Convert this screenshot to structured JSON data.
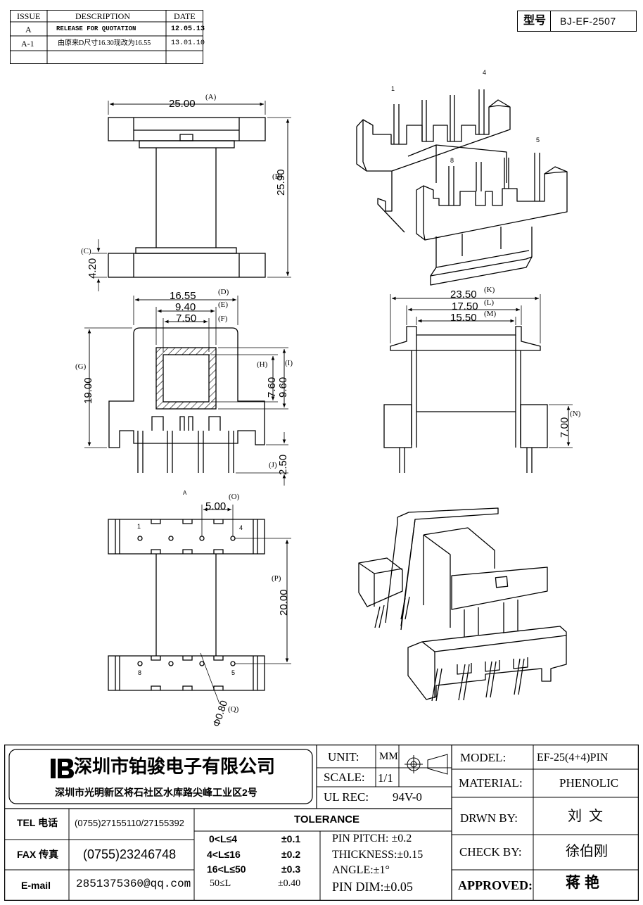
{
  "revision_table": {
    "headers": [
      "ISSUE",
      "DESCRIPTION",
      "DATE"
    ],
    "rows": [
      {
        "issue": "A",
        "description": "RELEASE FOR QUOTATION",
        "date": "12.05.13"
      },
      {
        "issue": "A-1",
        "description": "由原来D尺寸16.30现改为16.55",
        "date": "13.01.10"
      }
    ]
  },
  "model_box": {
    "label": "型号",
    "value": "BJ-EF-2507"
  },
  "top_view": {
    "dim_width": "25.00",
    "tag_width": "(A)",
    "dim_height": "25.90",
    "tag_height": "(B)",
    "dim_flange": "4.20",
    "tag_flange": "(C)"
  },
  "front_view": {
    "dim_d": "16.55",
    "tag_d": "(D)",
    "dim_e": "9.40",
    "tag_e": "(E)",
    "dim_f": "7.50",
    "tag_f": "(F)",
    "dim_g": "19.00",
    "tag_g": "(G)",
    "dim_h": "7.60",
    "tag_h": "(H)",
    "dim_i": "9.60",
    "tag_i": "(I)",
    "dim_j": "2.50",
    "tag_j": "(J)"
  },
  "side_view": {
    "dim_k": "23.50",
    "tag_k": "(K)",
    "dim_l": "17.50",
    "tag_l": "(L)",
    "dim_m": "15.50",
    "tag_m": "(M)",
    "dim_n": "7.00",
    "tag_n": "(N)"
  },
  "bottom_view": {
    "marker": "A",
    "dim_o": "5.00",
    "tag_o": "(O)",
    "dim_p": "20.00",
    "tag_p": "(P)",
    "dim_q": "Φ0.80",
    "tag_q": "(Q)",
    "pin_labels": [
      "1",
      "4",
      "8",
      "5"
    ]
  },
  "iso_top_pins": [
    "1",
    "4",
    "8",
    "5"
  ],
  "title_block": {
    "company": "深圳市铂骏电子有限公司",
    "address": "深圳市光明新区将石社区水库路尖峰工业区2号",
    "unit_label": "UNIT:",
    "unit_value": "MM",
    "scale_label": "SCALE:",
    "scale_value": "1/1",
    "ul_label": "UL REC:",
    "ul_value": "94V-0",
    "model_label": "MODEL:",
    "model_value": "EF-25(4+4)PIN",
    "material_label": "MATERIAL:",
    "material_value": "PHENOLIC",
    "drawn_label": "DRWN BY:",
    "drawn_value": "刘  文",
    "check_label": "CHECK BY:",
    "check_value": "徐伯刚",
    "approved_label": "APPROVED:",
    "approved_value": "蒋 艳",
    "tel_label": "TEL 电话",
    "tel_value": "(0755)27155110/27155392",
    "fax_label": "FAX 传真",
    "fax_value": "(0755)23246748",
    "email_label": "E-mail",
    "email_value": "28513753​60@qq.com",
    "tolerance_title": "TOLERANCE",
    "tolerance_rows": [
      {
        "range": "0<L≤4",
        "value": "±0.1"
      },
      {
        "range": "4<L≤16",
        "value": "±0.2"
      },
      {
        "range": "16<L≤50",
        "value": "±0.3"
      },
      {
        "range": "50≤L",
        "value": "±0.40"
      }
    ],
    "pin_pitch": "PIN PITCH: ±0.2",
    "thickness": "THICKNESS:±0.15",
    "angle": "ANGLE:±1°",
    "pin_dim": "PIN DIM:±0.05"
  }
}
